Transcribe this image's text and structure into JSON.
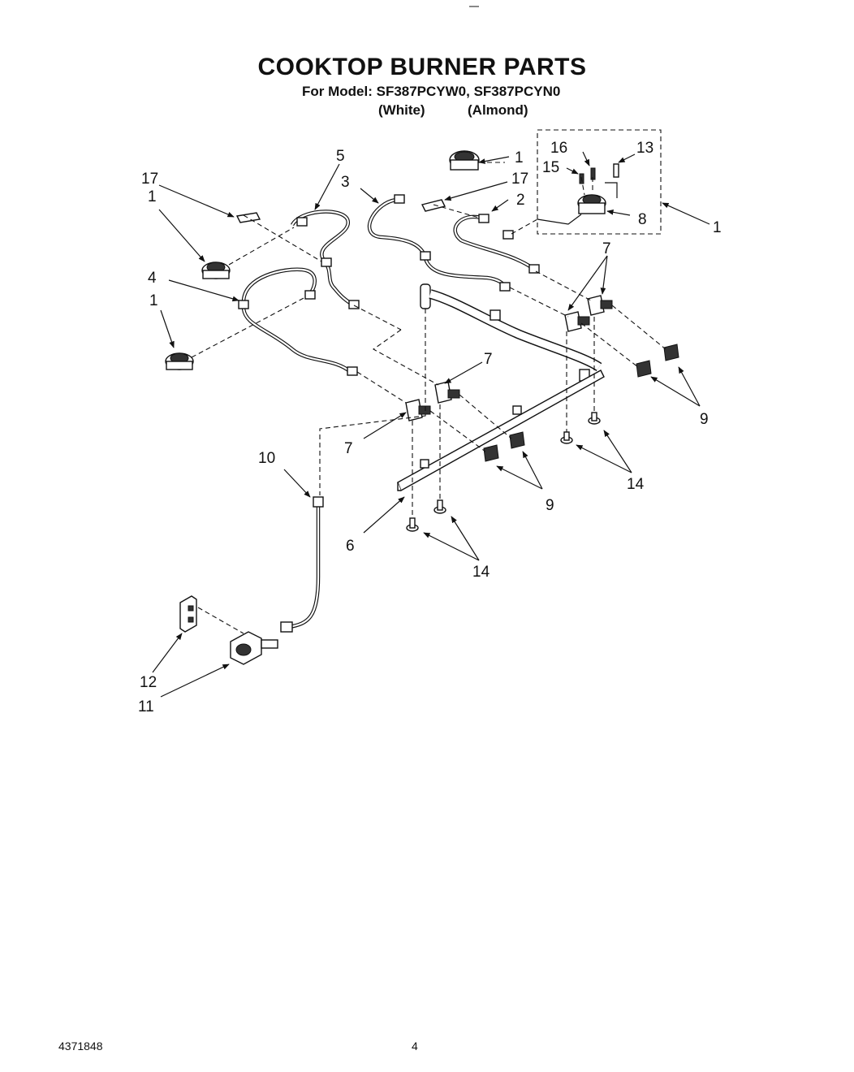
{
  "header": {
    "title": "COOKTOP BURNER PARTS",
    "model_line": "For Model: SF387PCYW0, SF387PCYN0",
    "variant_white": "(White)",
    "variant_almond": "(Almond)"
  },
  "footer": {
    "doc_number": "4371848",
    "page_number": "4"
  },
  "callouts": {
    "c1a": "1",
    "c1b": "1",
    "c1c": "1",
    "c1d": "1",
    "c2": "2",
    "c3": "3",
    "c4": "4",
    "c5": "5",
    "c6": "6",
    "c7a": "7",
    "c7b": "7",
    "c7c": "7",
    "c8": "8",
    "c9a": "9",
    "c9b": "9",
    "c10": "10",
    "c11": "11",
    "c12": "12",
    "c13": "13",
    "c14a": "14",
    "c14b": "14",
    "c15": "15",
    "c16": "16",
    "c17a": "17",
    "c17b": "17"
  }
}
